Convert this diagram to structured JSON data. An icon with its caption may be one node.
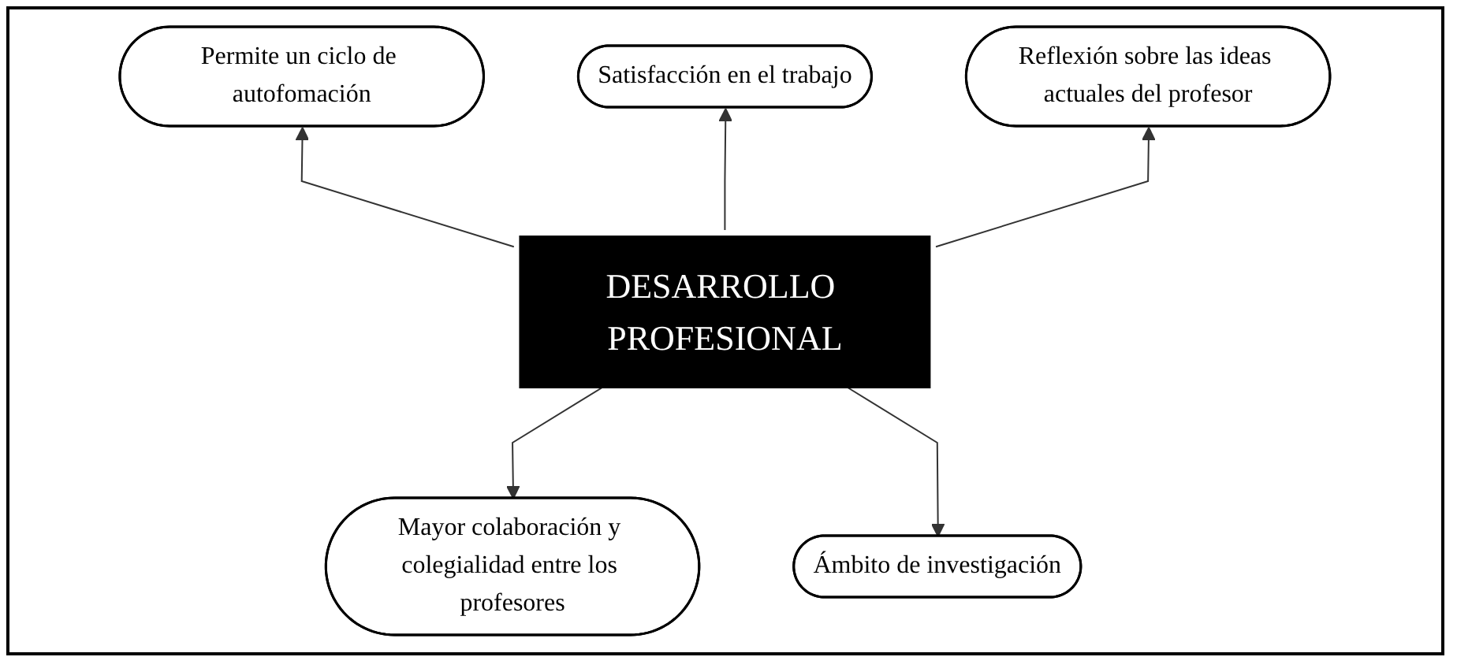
{
  "diagram": {
    "nodes": [
      {
        "text": [
          "Permite un ciclo de autofomación"
        ]
      },
      {
        "text": [
          "Satisfacción en el trabajo"
        ]
      },
      {
        "text": [
          "Reflexión sobre las ideas actuales del profesor"
        ]
      },
      {
        "text": [
          "DESARROLLO PROFESIONAL"
        ]
      },
      {
        "text": [
          "Mayor colaboración y colegialidad entre los profesores"
        ]
      },
      {
        "text": [
          "Ámbito de investigación"
        ]
      }
    ],
    "edges": [
      {
        "from": 3,
        "to": 0,
        "arrow": "to"
      },
      {
        "from": 3,
        "to": 1,
        "arrow": "to"
      },
      {
        "from": 3,
        "to": 2,
        "arrow": "to"
      },
      {
        "from": 3,
        "to": 4,
        "arrow": "to"
      },
      {
        "from": 3,
        "to": 5,
        "arrow": "to"
      }
    ]
  }
}
